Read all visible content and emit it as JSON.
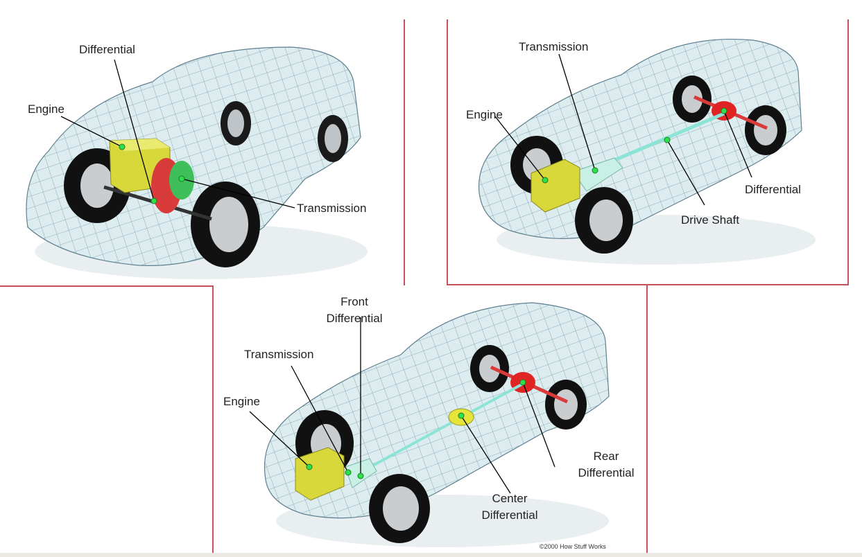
{
  "colors": {
    "frame": "#c5515a",
    "car_wire": "#6f8fa0",
    "car_fill": "#dcecef",
    "engine": "#d8d83a",
    "differential": "#e02424",
    "shaft": "#8ce4d6",
    "marker": "#2ee04a"
  },
  "panels": {
    "front_wheel_drive": {
      "labels": {
        "differential": "Differential",
        "engine": "Engine",
        "transmission": "Transmission"
      }
    },
    "rear_wheel_drive": {
      "labels": {
        "transmission": "Transmission",
        "engine": "Engine",
        "differential": "Differential",
        "drive_shaft": "Drive Shaft"
      }
    },
    "four_wheel_drive": {
      "labels": {
        "front_differential_1": "Front",
        "front_differential_2": "Differential",
        "transmission": "Transmission",
        "engine": "Engine",
        "rear_differential_1": "Rear",
        "rear_differential_2": "Differential",
        "center_differential_1": "Center",
        "center_differential_2": "Differential"
      },
      "copyright": "©2000 How Stuff Works"
    }
  }
}
